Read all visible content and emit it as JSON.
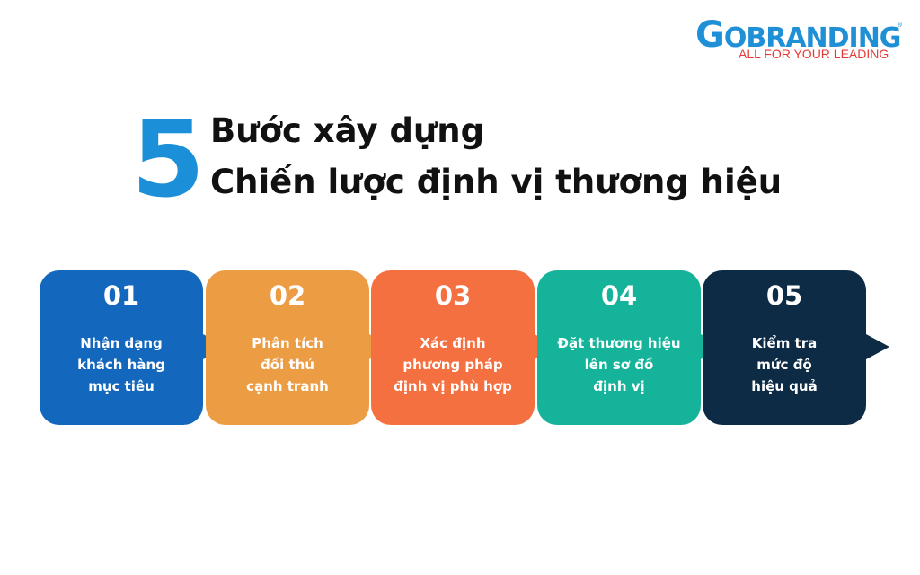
{
  "logo": {
    "first_letter": "G",
    "rest": "OBRANDING",
    "registered": "®",
    "tagline": "ALL FOR YOUR LEADING"
  },
  "title": {
    "number": "5",
    "line1": "Bước xây dựng",
    "line2": "Chiến lược định vị thương hiệu"
  },
  "steps": [
    {
      "number": "01",
      "lines": [
        "Nhận dạng",
        "khách hàng",
        "mục tiêu"
      ],
      "color": "#1368bd"
    },
    {
      "number": "02",
      "lines": [
        "Phân tích",
        "đối thủ",
        "cạnh tranh"
      ],
      "color": "#ec9c43"
    },
    {
      "number": "03",
      "lines": [
        "Xác định",
        "phương pháp",
        "định vị phù hợp"
      ],
      "color": "#f57040"
    },
    {
      "number": "04",
      "lines": [
        "Đặt thương hiệu",
        "lên sơ đồ",
        "định vị"
      ],
      "color": "#15b39a"
    },
    {
      "number": "05",
      "lines": [
        "Kiểm tra",
        "mức độ",
        "hiệu quả"
      ],
      "color": "#0d2b45"
    }
  ],
  "colors": {
    "brand_blue": "#1b8fd8",
    "brand_red": "#e53935",
    "title_text": "#111111"
  }
}
